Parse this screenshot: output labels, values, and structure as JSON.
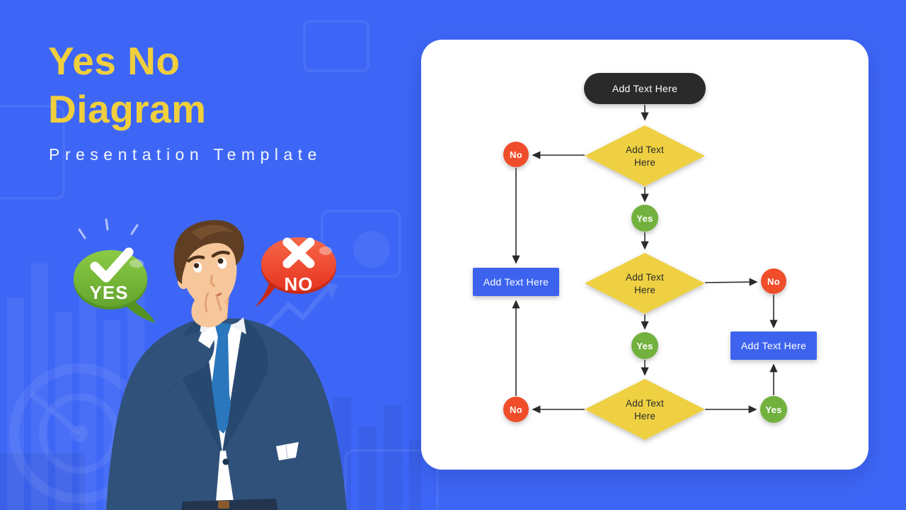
{
  "slide": {
    "title_line1": "Yes No",
    "title_line2": "Diagram",
    "subtitle": "Presentation Template"
  },
  "illustration": {
    "yes_label": "YES",
    "no_label": "NO"
  },
  "flowchart": {
    "start_label": "Add Text Here",
    "yes_label": "Yes",
    "no_label": "No",
    "decisions": [
      {
        "line1": "Add Text",
        "line2": "Here"
      },
      {
        "line1": "Add Text",
        "line2": "Here"
      },
      {
        "line1": "Add Text",
        "line2": "Here"
      }
    ],
    "action_boxes": [
      {
        "label": "Add Text Here"
      },
      {
        "label": "Add Text Here"
      }
    ]
  },
  "colors": {
    "background": "#3e66f6",
    "title_yellow": "#f0cf3d",
    "card_white": "#ffffff",
    "start_dark": "#2b2b2b",
    "decision_yellow": "#eed043",
    "action_blue": "#3d63ee",
    "yes_green": "#72b13c",
    "no_red": "#f04e2a",
    "arrow": "#2a2a2a"
  }
}
